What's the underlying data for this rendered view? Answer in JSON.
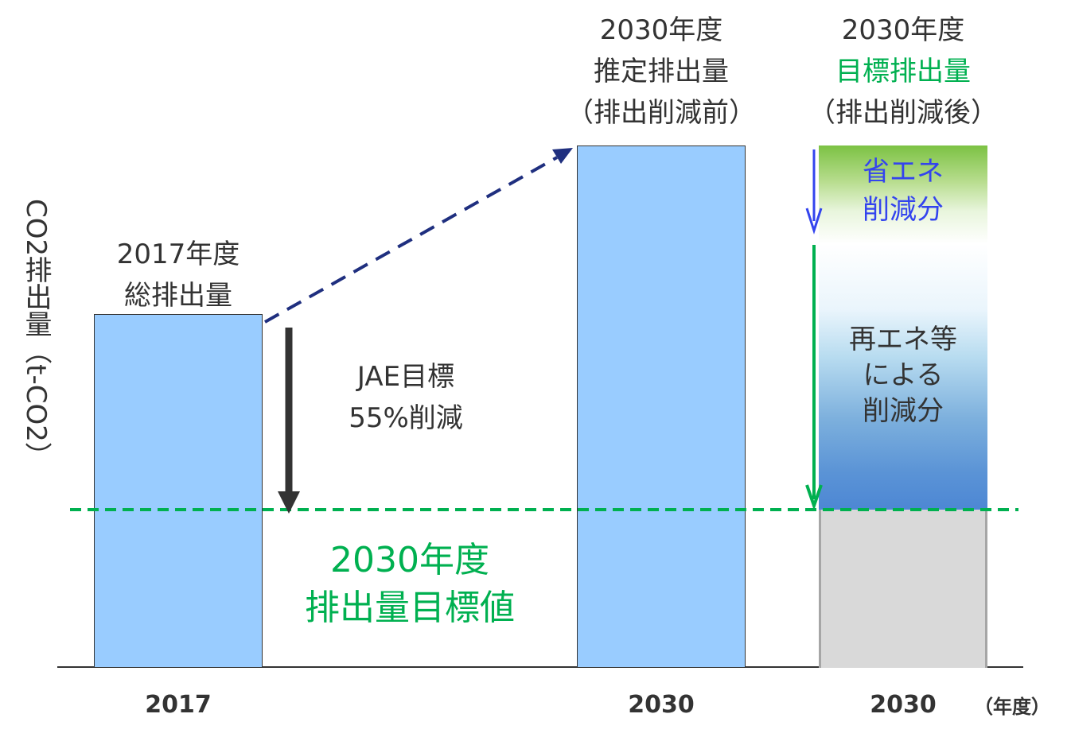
{
  "y_axis_label": "CO2排出量（t-CO2）",
  "x_unit": "（年度）",
  "bars": [
    {
      "year": "2017",
      "caption": [
        "2017年度",
        "総排出量"
      ]
    },
    {
      "year": "2030",
      "caption": [
        "2030年度",
        "推定排出量",
        "（排出削減前）"
      ]
    },
    {
      "year": "2030",
      "caption": [
        "2030年度",
        "目標排出量",
        "（排出削減後）"
      ]
    }
  ],
  "jae_target": [
    "JAE目標",
    "55%削減"
  ],
  "target_value": [
    "2030年度",
    "排出量目標値"
  ],
  "segment_savings": [
    "省エネ",
    "削減分"
  ],
  "segment_renewable": [
    "再エネ等",
    "による",
    "削減分"
  ],
  "colors": {
    "bar_blue": "#99ccff",
    "green": "#00b050",
    "navy_arrow": "#1f2f7f",
    "blue_arrow": "#3344ee",
    "dark_arrow": "#333333",
    "gray_base": "#d9d9d9"
  }
}
